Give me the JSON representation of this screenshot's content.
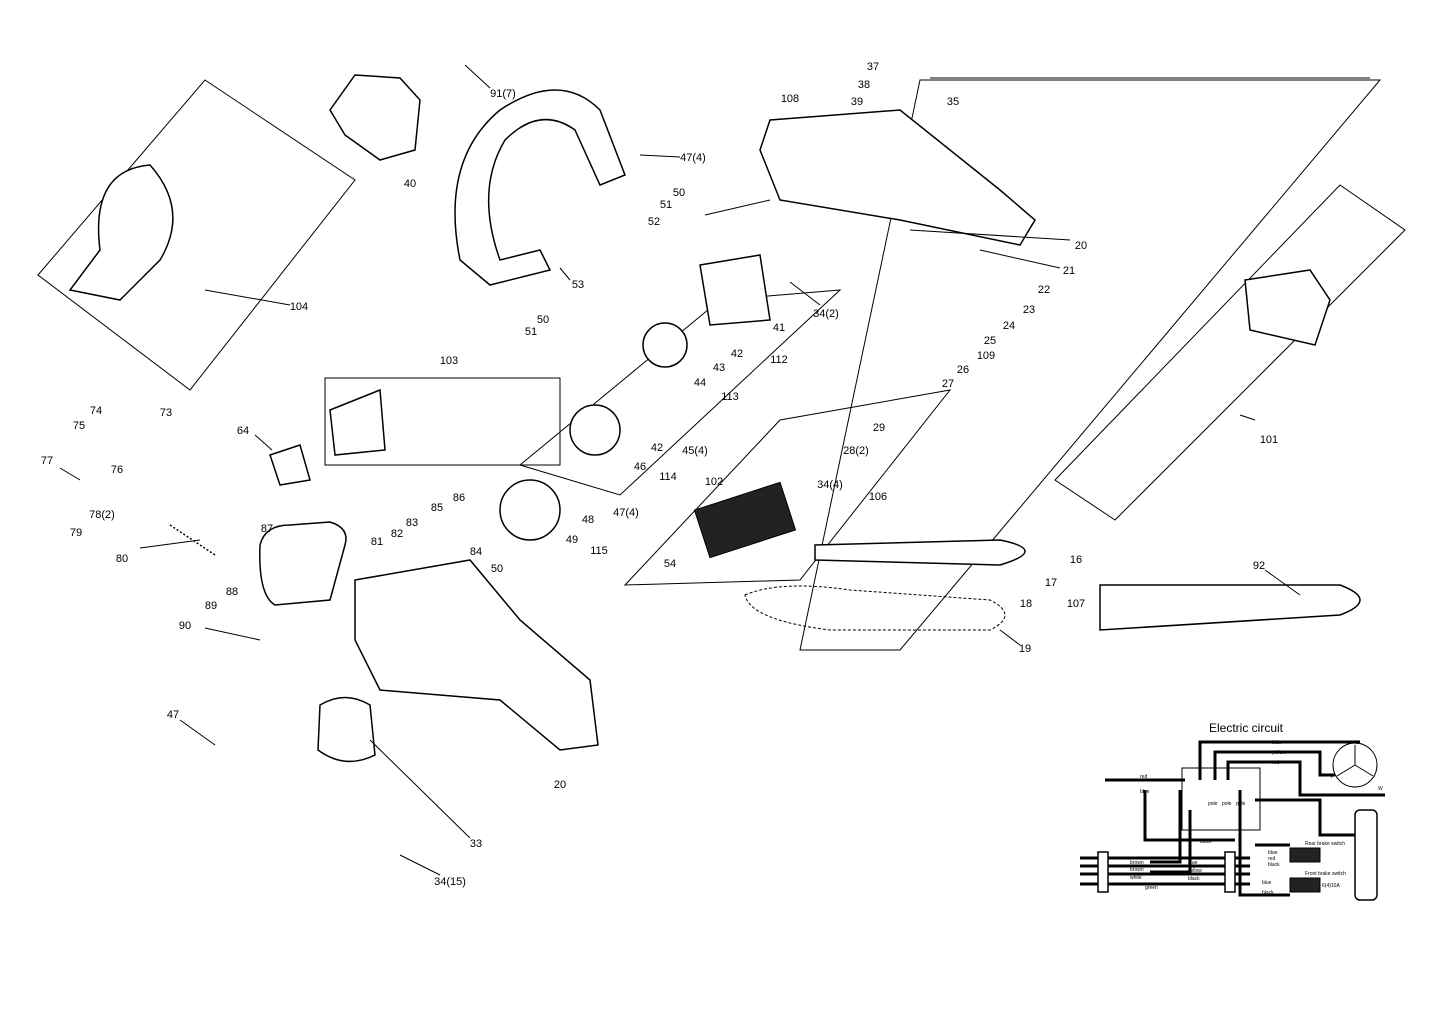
{
  "parts": [
    "37",
    "38",
    "39",
    "35",
    "108",
    "91(7)",
    "40",
    "47(4)",
    "50",
    "51",
    "52",
    "20",
    "21",
    "22",
    "23",
    "24",
    "25",
    "109",
    "26",
    "27",
    "53",
    "104",
    "34(2)",
    "41",
    "42",
    "112",
    "43",
    "44",
    "50",
    "51",
    "103",
    "113",
    "73",
    "74",
    "75",
    "76",
    "64",
    "29",
    "42",
    "45(4)",
    "28(2)",
    "46",
    "114",
    "102",
    "34(4)",
    "106",
    "101",
    "77",
    "78(2)",
    "79",
    "86",
    "85",
    "87",
    "47(4)",
    "48",
    "83",
    "81",
    "49",
    "84",
    "115",
    "80",
    "50",
    "16",
    "92",
    "54",
    "17",
    "18",
    "107",
    "88",
    "89",
    "90",
    "19",
    "47",
    "20",
    "33",
    "34(15)",
    "82"
  ],
  "circuit": {
    "title": "Electric circuit",
    "wires": [
      "blue",
      "yellow",
      "red",
      "red",
      "blue",
      "black",
      "brown",
      "brown",
      "white",
      "green",
      "blue",
      "yellow",
      "black",
      "blue",
      "red",
      "black",
      "blue",
      "black"
    ],
    "terminals": [
      "U",
      "V",
      "W"
    ],
    "poles": [
      "pole",
      "pole",
      "pole"
    ],
    "switches": [
      "Rear brake switch",
      "Front brake switch"
    ],
    "rating": "6(4)10A"
  }
}
